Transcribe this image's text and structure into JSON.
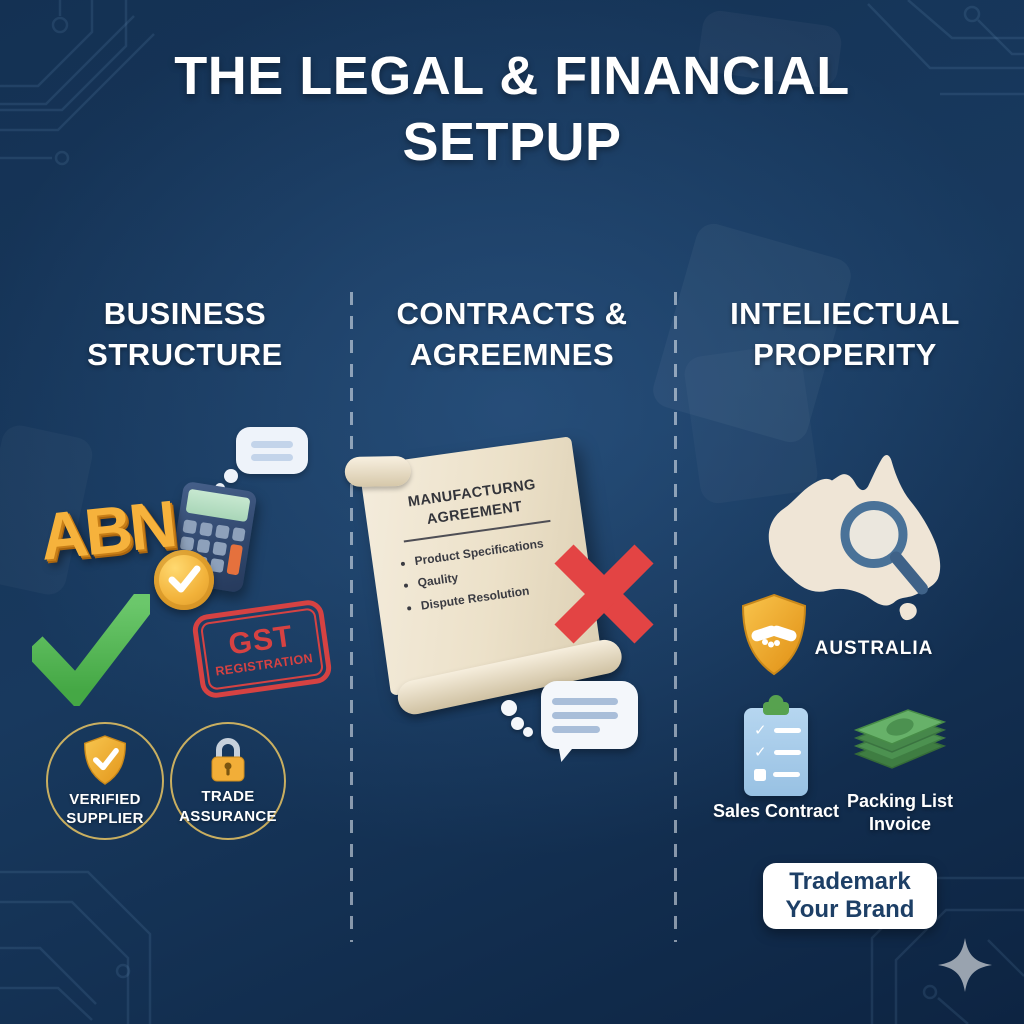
{
  "title": {
    "line1": "THE LEGAL & FINANCIAL",
    "line2": "SETPUP"
  },
  "business": {
    "header1": "BUSINESS",
    "header2": "STRUCTURE",
    "abn": "ABN",
    "gst_line1": "GST",
    "gst_line2": "REGISTRATION",
    "verified_line1": "VERIFIED",
    "verified_line2": "SUPPLIER",
    "trade_line1": "TRADE",
    "trade_line2": "ASSURANCE"
  },
  "contracts": {
    "header1": "CONTRACTS &",
    "header2": "AGREEMNES",
    "scroll_title1": "MANUFACTURNG",
    "scroll_title2": "AGREEMENT",
    "items": [
      "Product Specifications",
      "Qaulity",
      "Dispute Resolution"
    ]
  },
  "intellectual": {
    "header1": "INTELIECTUAL",
    "header2": "PROPERITY",
    "country": "AUSTRALIA",
    "sales_contract": "Sales Contract",
    "packing_line1": "Packing List",
    "packing_line2": "Invoice",
    "trademark_line1": "Trademark",
    "trademark_line2": "Your Brand"
  },
  "icons": {
    "check": "✓"
  },
  "colors": {
    "background_navy": "#16395d",
    "accent_gold": "#f2b23a",
    "stamp_red": "#d64242",
    "check_green": "#55b755",
    "x_red": "#e34444",
    "paper_cream": "#efe5d2",
    "map_cream": "#efe5d6",
    "magnifier_blue": "#4a7298",
    "money_green": "#5aa35a",
    "clipboard_blue": "#a9cdec",
    "trademark_navy": "#1d3f66",
    "text_white": "#ffffff"
  }
}
